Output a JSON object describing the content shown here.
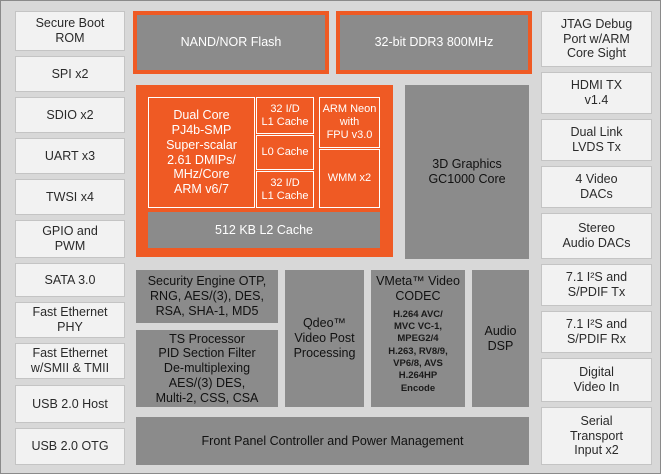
{
  "diagram": {
    "left_column": [
      "Secure Boot\nROM",
      "SPI x2",
      "SDIO x2",
      "UART x3",
      "TWSI x4",
      "GPIO and\nPWM",
      "SATA 3.0",
      "Fast Ethernet\nPHY",
      "Fast Ethernet\nw/SMII & TMII",
      "USB 2.0 Host",
      "USB 2.0 OTG"
    ],
    "right_column": [
      "JTAG Debug\nPort w/ARM\nCore Sight",
      "HDMI TX\nv1.4",
      "Dual Link\nLVDS Tx",
      "4 Video\nDACs",
      "Stereo\nAudio DACs",
      "7.1 I²S and\nS/PDIF Tx",
      "7.1 I²S and\nS/PDIF Rx",
      "Digital\nVideo In",
      "Serial\nTransport\nInput x2"
    ],
    "memory": {
      "nand": "NAND/NOR Flash",
      "ddr": "32-bit DDR3 800MHz"
    },
    "cpu": {
      "core": "Dual Core\nPJ4b-SMP\nSuper-scalar\n2.61 DMIPs/\nMHz/Core\nARM v6/7",
      "l1_top": "32 I/D\nL1 Cache",
      "l0": "L0 Cache",
      "l1_bottom": "32 I/D\nL1 Cache",
      "neon": "ARM Neon\nwith\nFPU v3.0",
      "wmm": "WMM x2",
      "l2": "512 KB L2 Cache"
    },
    "graphics": "3D Graphics\nGC1000 Core",
    "security": "Security Engine OTP,\nRNG, AES/(3), DES,\nRSA, SHA-1, MD5",
    "ts_processor": "TS Processor\nPID Section Filter\nDe-multiplexing\nAES/(3) DES,\nMulti-2, CSS, CSA",
    "qdeo": "Qdeo™\nVideo Post\nProcessing",
    "vmeta_title": "VMeta™ Video\nCODEC",
    "vmeta_formats": "H.264 AVC/\nMVC VC-1,\nMPEG2/4\nH.263, RV8/9,\nVP6/8, AVS\nH.264HP\nEncode",
    "audio_dsp": "Audio\nDSP",
    "front_panel": "Front Panel Controller and Power Management"
  }
}
